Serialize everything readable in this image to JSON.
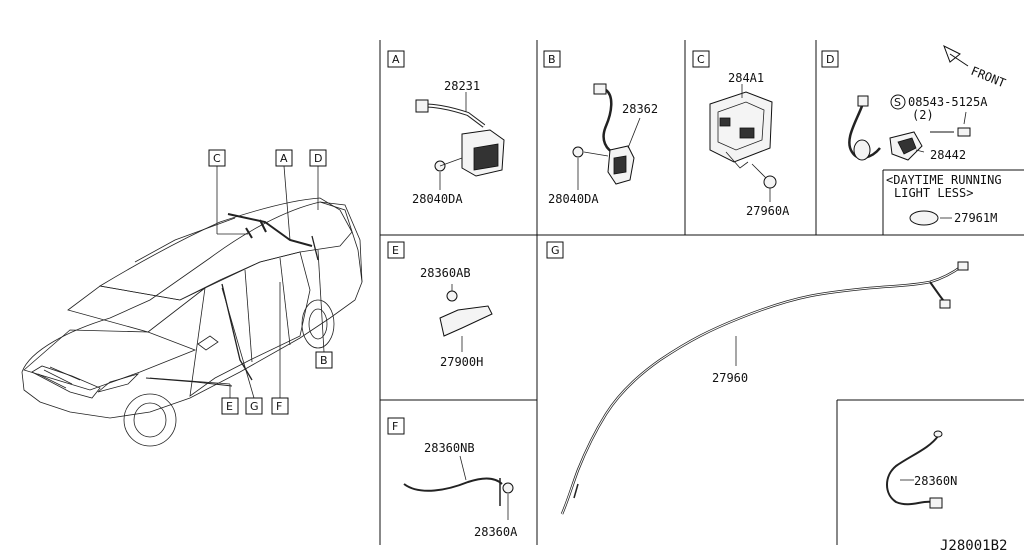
{
  "car": {
    "callouts": [
      "C",
      "A",
      "D",
      "B",
      "E",
      "G",
      "F"
    ]
  },
  "sections": {
    "A": {
      "letter": "A",
      "parts": [
        "28231",
        "28040DA"
      ]
    },
    "B": {
      "letter": "B",
      "parts": [
        "28362",
        "28040DA"
      ]
    },
    "C": {
      "letter": "C",
      "parts": [
        "284A1",
        "27960A"
      ]
    },
    "D": {
      "letter": "D",
      "parts": [
        "08543-5125A",
        "(2)",
        "28442",
        "27961M"
      ],
      "front_label": "FRONT",
      "note_line1": "<DAYTIME RUNNING",
      "note_line2": "LIGHT LESS>",
      "screw_symbol": "S"
    },
    "E": {
      "letter": "E",
      "parts": [
        "28360AB",
        "27900H"
      ]
    },
    "F": {
      "letter": "F",
      "parts": [
        "28360NB",
        "28360A"
      ]
    },
    "G": {
      "letter": "G",
      "parts": [
        "27960",
        "28360N"
      ]
    }
  },
  "diagram_code": "J28001B2"
}
